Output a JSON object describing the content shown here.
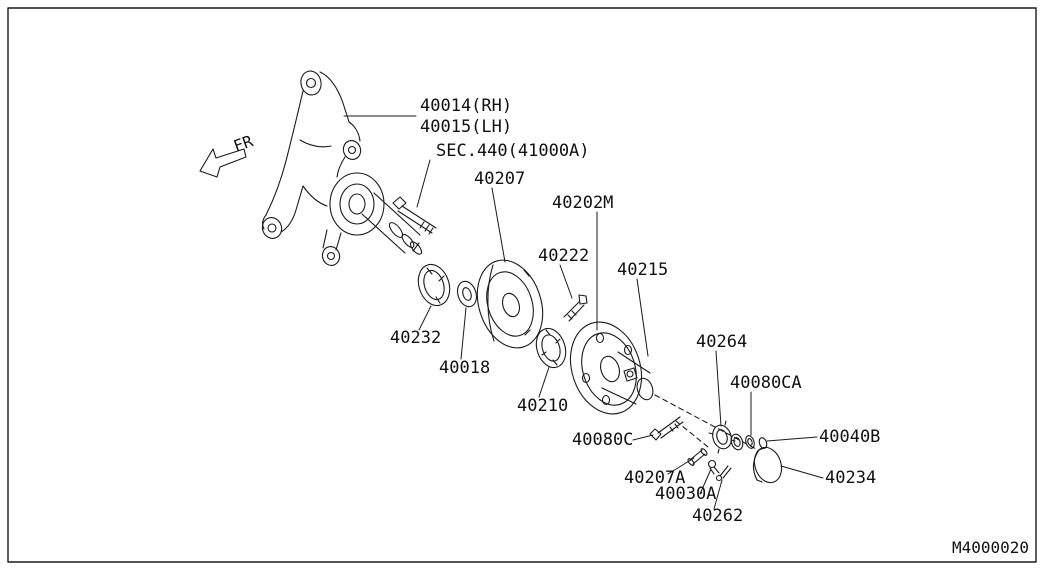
{
  "diagram": {
    "code": "M4000020",
    "direction": "FR",
    "labels": {
      "knuckle_rh": "40014(RH)",
      "knuckle_lh": "40015(LH)",
      "sec_ref": "SEC.440(41000A)",
      "splash_shield": "40207",
      "hub_assy": "40202M",
      "hub_bolt": "40222",
      "hub": "40215",
      "grease_seal": "40232",
      "washer": "40018",
      "wheel_bearing": "40210",
      "lock_washer": "40264",
      "adjust_cap": "40080CA",
      "lock_bolt": "40080C",
      "nut": "40040B",
      "stud": "40207A",
      "snap_pin": "40030A",
      "hub_cap": "40234",
      "cotter_pin": "40262"
    }
  }
}
